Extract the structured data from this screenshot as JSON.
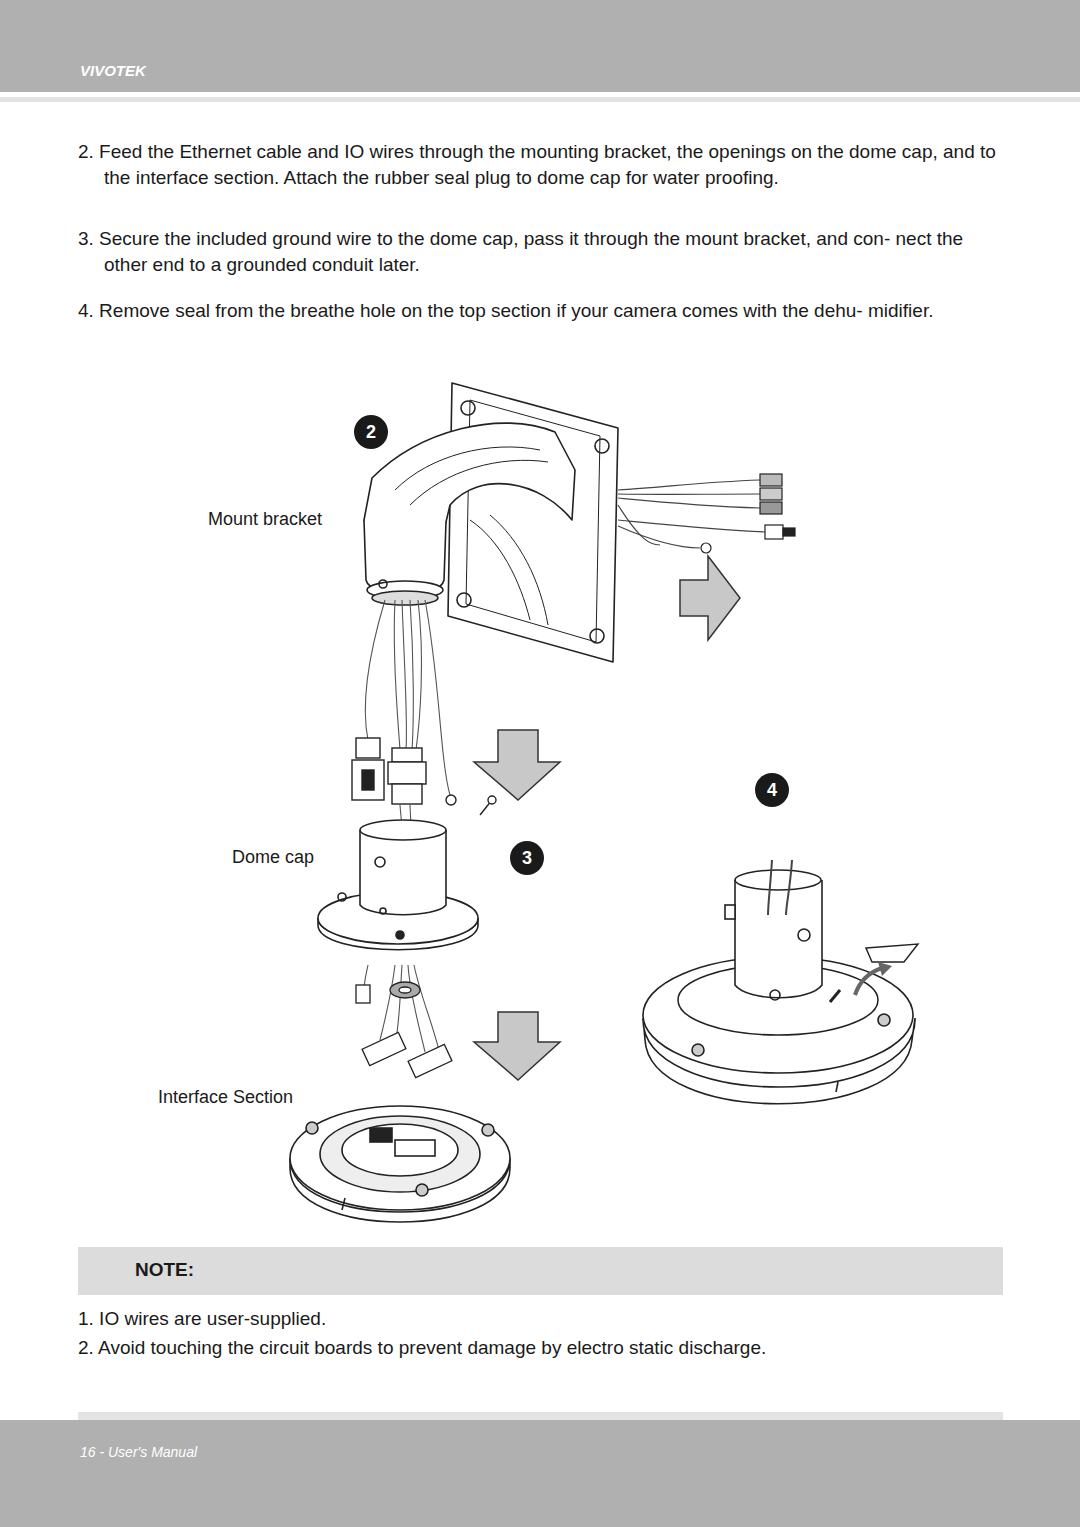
{
  "diagram": {
    "nodes": [
      {
        "text": [
          "VIVOTEK"
        ]
      },
      {
        "text": [
          "NOTE:"
        ]
      },
      {
        "text": [
          "16 - User's Manual"
        ]
      }
    ],
    "labels": [
      "2. Feed the Ethernet cable and IO wires through the mounting bracket, the openings on the dome cap, and to the interface section. Attach the rubber seal plug to dome cap for water proofing.",
      "3. Secure the included ground wire to the dome cap, pass it through the mount bracket, and con- nect the other end to a grounded conduit later.",
      "4. Remove seal from the breathe hole on the top section if your camera comes with the dehu- midifier.",
      "2",
      "Mount bracket",
      "4",
      "Dome cap",
      "3",
      "Interface Section",
      "1. IO wires are user-supplied.",
      "2. Avoid touching the circuit boards to prevent damage by electro static discharge."
    ]
  }
}
